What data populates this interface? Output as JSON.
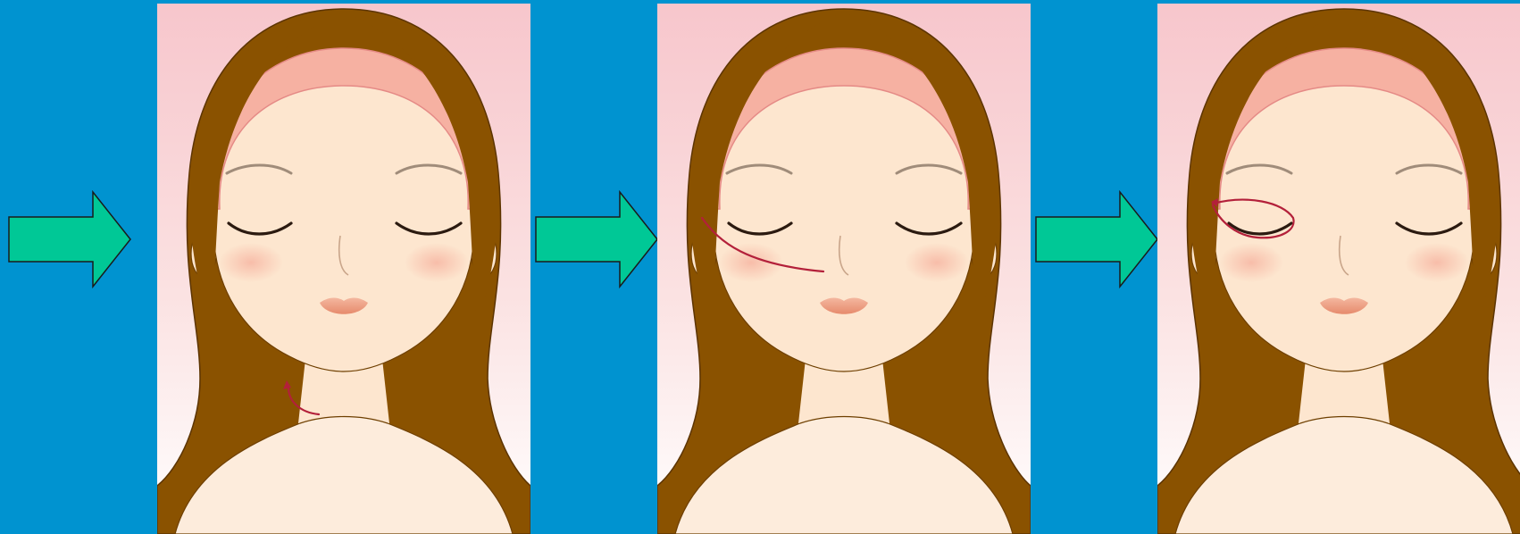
{
  "colors": {
    "background": "#0093d0",
    "arrow_fill": "#00c896",
    "arrow_outline": "#1a1a1a",
    "hair": "#8a5200",
    "hair_shadow": "#6e3f00",
    "skin": "#fde6cf",
    "headband": "#f6b1a2",
    "lips": "#f0a98f",
    "panel_top": "#f7c6cc",
    "panel_bottom": "#ffffff",
    "massage_path": "#b3203a"
  },
  "steps": [
    {
      "massage_area": "neck",
      "icon": "arrow-right-icon"
    },
    {
      "massage_area": "cheek",
      "icon": "arrow-right-icon"
    },
    {
      "massage_area": "eye",
      "icon": "arrow-right-icon"
    }
  ]
}
